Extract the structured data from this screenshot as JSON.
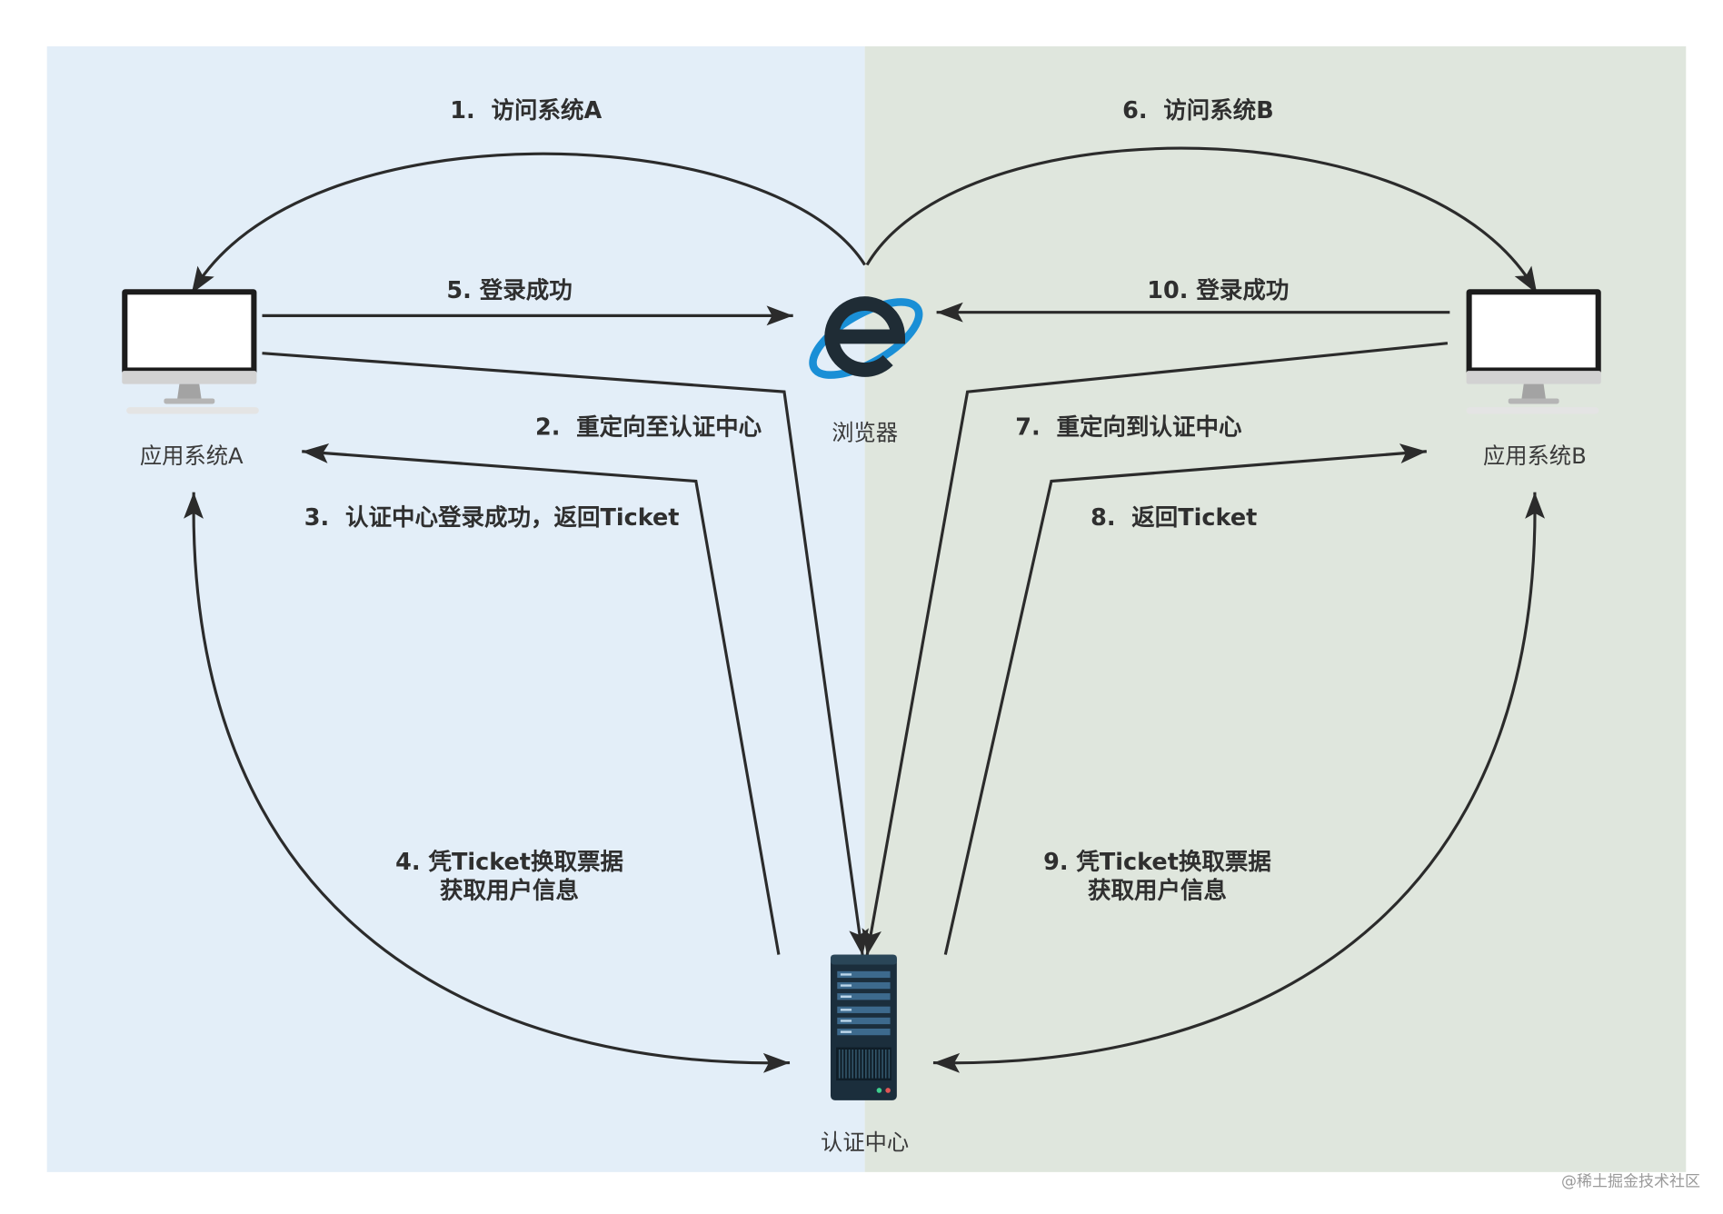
{
  "nodes": {
    "app_a": {
      "label": "应用系统A",
      "icon": "monitor-icon"
    },
    "app_b": {
      "label": "应用系统B",
      "icon": "monitor-icon"
    },
    "browser": {
      "label": "浏览器",
      "icon": "browser-icon"
    },
    "auth_center": {
      "label": "认证中心",
      "icon": "server-icon"
    }
  },
  "steps": {
    "step1": "1.  访问系统A",
    "step2": "2.  重定向至认证中心",
    "step3": "3.  认证中心登录成功，返回Ticket",
    "step4_line1": "4. 凭Ticket换取票据",
    "step4_line2": "获取用户信息",
    "step5": "5. 登录成功",
    "step6": "6.  访问系统B",
    "step7": "7.  重定向到认证中心",
    "step8": "8.  返回Ticket",
    "step9_line1": "9. 凭Ticket换取票据",
    "step9_line2": "获取用户信息",
    "step10": "10. 登录成功"
  },
  "watermark": "@稀土掘金技术社区",
  "colors": {
    "panel_left": "#e3eef8",
    "panel_right": "#dfe6dd",
    "arrow": "#2b2b2b",
    "browser_ring": "#1a8fd6",
    "browser_letter": "#1f2c35",
    "server_body": "#1b2e3c"
  }
}
